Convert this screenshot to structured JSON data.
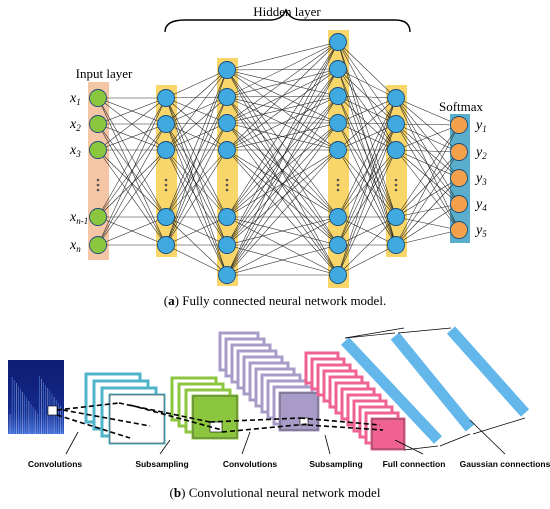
{
  "panel_a": {
    "hidden_label": "Hidden layer",
    "input_label": "Input layer",
    "softmax_label": "Softmax",
    "input_nodes": [
      {
        "base": "x",
        "sub": "1"
      },
      {
        "base": "x",
        "sub": "2"
      },
      {
        "base": "x",
        "sub": "3"
      },
      {
        "base": "x",
        "sub": "n-1"
      },
      {
        "base": "x",
        "sub": "n"
      }
    ],
    "output_nodes": [
      {
        "base": "y",
        "sub": "1"
      },
      {
        "base": "y",
        "sub": "2"
      },
      {
        "base": "y",
        "sub": "3"
      },
      {
        "base": "y",
        "sub": "4"
      },
      {
        "base": "y",
        "sub": "5"
      }
    ],
    "caption_letter": "a",
    "caption_text": " Fully connected neural network model.",
    "colors": {
      "input_band": "#f5c6a5",
      "hidden_band": "#f9d66a",
      "output_band": "#5aaecb",
      "input_node": "#8cc63f",
      "hidden_node": "#3fa9e0",
      "output_node": "#f5a04a"
    }
  },
  "panel_b": {
    "labels": {
      "convolutions1": "Convolutions",
      "subsampling1": "Subsampling",
      "convolutions2": "Convolutions",
      "subsampling2": "Subsampling",
      "full_connection": "Full connection",
      "gaussian": "Gaussian connections"
    },
    "caption_letter": "b",
    "caption_text": " Convolutional neural network model",
    "colors": {
      "cyan": "#4fb3c9",
      "green": "#8cc63f",
      "lavender": "#a99bc7",
      "pink": "#f06292",
      "blue_bar": "#63b7ea"
    }
  }
}
